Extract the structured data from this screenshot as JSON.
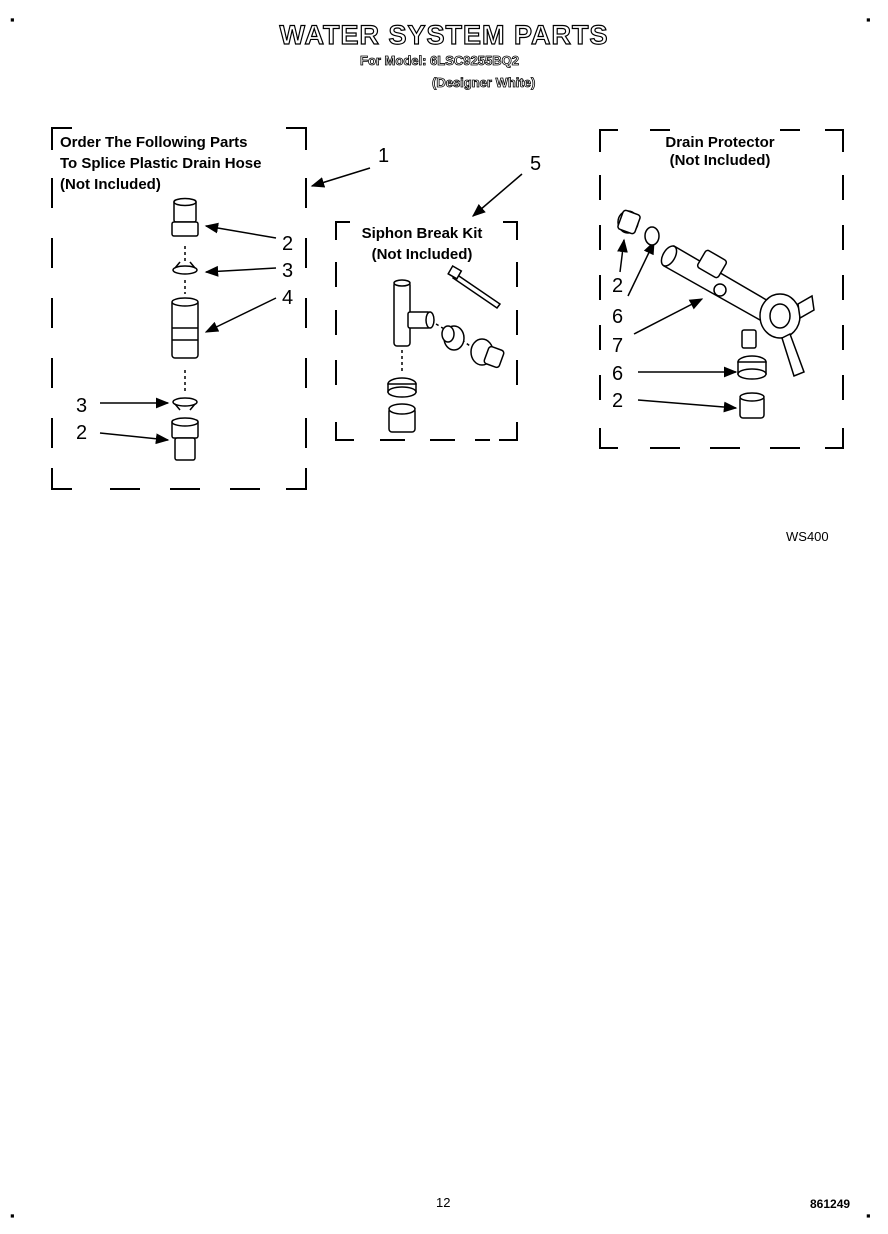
{
  "header": {
    "title": "WATER SYSTEM PARTS",
    "model_line": "For Model: 6LSC9255BQ2",
    "finish_line": "(Designer White)"
  },
  "boxes": {
    "splice": {
      "lines": [
        "Order The Following Parts",
        "To Splice Plastic Drain Hose",
        "(Not Included)"
      ]
    },
    "siphon": {
      "lines": [
        "Siphon Break Kit",
        "(Not Included)"
      ]
    },
    "drain": {
      "lines": [
        "Drain Protector",
        "(Not Included)"
      ]
    }
  },
  "callouts": {
    "splice_box": "1",
    "splice_top_adapter": "2",
    "splice_top_clamp": "3",
    "splice_connector": "4",
    "splice_bottom_clamp": "3",
    "splice_bottom_adapter": "2",
    "siphon_box": "5",
    "drain_adapter_left": "2",
    "drain_ring_left": "6",
    "drain_body": "7",
    "drain_ring_right": "6",
    "drain_adapter_right": "2"
  },
  "footer": {
    "figure_code": "WS400",
    "page_number": "12",
    "document_number": "861249"
  },
  "icons": [
    "corner-mark-icon",
    "arrow-icon"
  ]
}
